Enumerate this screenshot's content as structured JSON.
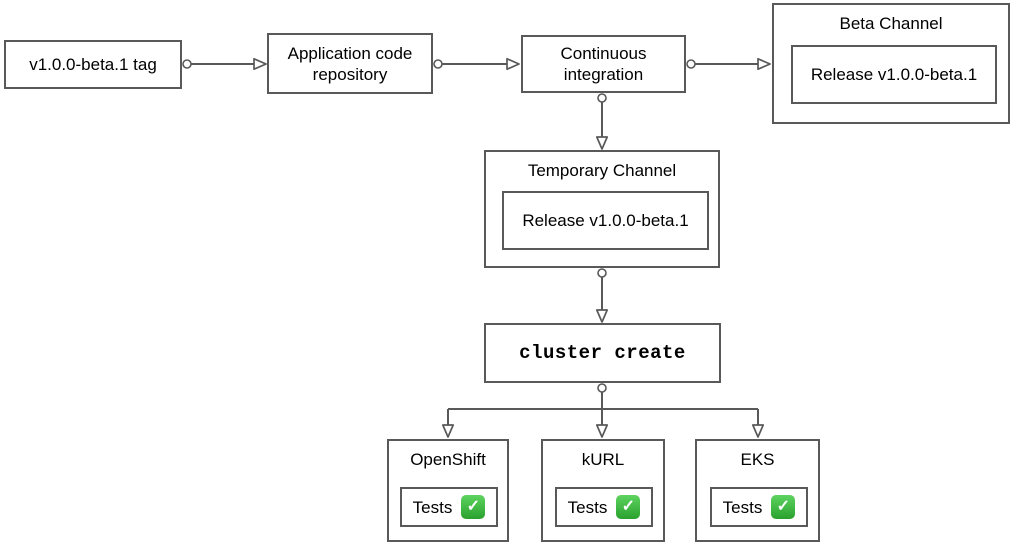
{
  "nodes": {
    "tag": {
      "label": "v1.0.0-beta.1 tag"
    },
    "repo": {
      "label": "Application code repository"
    },
    "ci": {
      "label": "Continuous integration"
    },
    "beta_channel": {
      "title": "Beta Channel",
      "release": {
        "label": "Release v1.0.0-beta.1"
      }
    },
    "temporary_channel": {
      "title": "Temporary Channel",
      "release": {
        "label": "Release v1.0.0-beta.1"
      }
    },
    "cluster_create": {
      "label": "cluster create"
    },
    "openshift": {
      "title": "OpenShift",
      "tests": {
        "label": "Tests",
        "status_icon": "✓",
        "status": "passed"
      }
    },
    "kurl": {
      "title": "kURL",
      "tests": {
        "label": "Tests",
        "status_icon": "✓",
        "status": "passed"
      }
    },
    "eks": {
      "title": "EKS",
      "tests": {
        "label": "Tests",
        "status_icon": "✓",
        "status": "passed"
      }
    }
  },
  "edges": [
    {
      "from": "tag",
      "to": "repo"
    },
    {
      "from": "repo",
      "to": "ci"
    },
    {
      "from": "ci",
      "to": "beta_channel"
    },
    {
      "from": "ci",
      "to": "temporary_channel"
    },
    {
      "from": "temporary_channel",
      "to": "cluster_create"
    },
    {
      "from": "cluster_create",
      "to": "openshift"
    },
    {
      "from": "cluster_create",
      "to": "kurl"
    },
    {
      "from": "cluster_create",
      "to": "eks"
    }
  ],
  "colors": {
    "stroke": "#595959",
    "text": "#000000",
    "background": "#ffffff",
    "check_green_top": "#5ed360",
    "check_green_bottom": "#2aa12e",
    "check_mark_white": "#ffffff"
  }
}
